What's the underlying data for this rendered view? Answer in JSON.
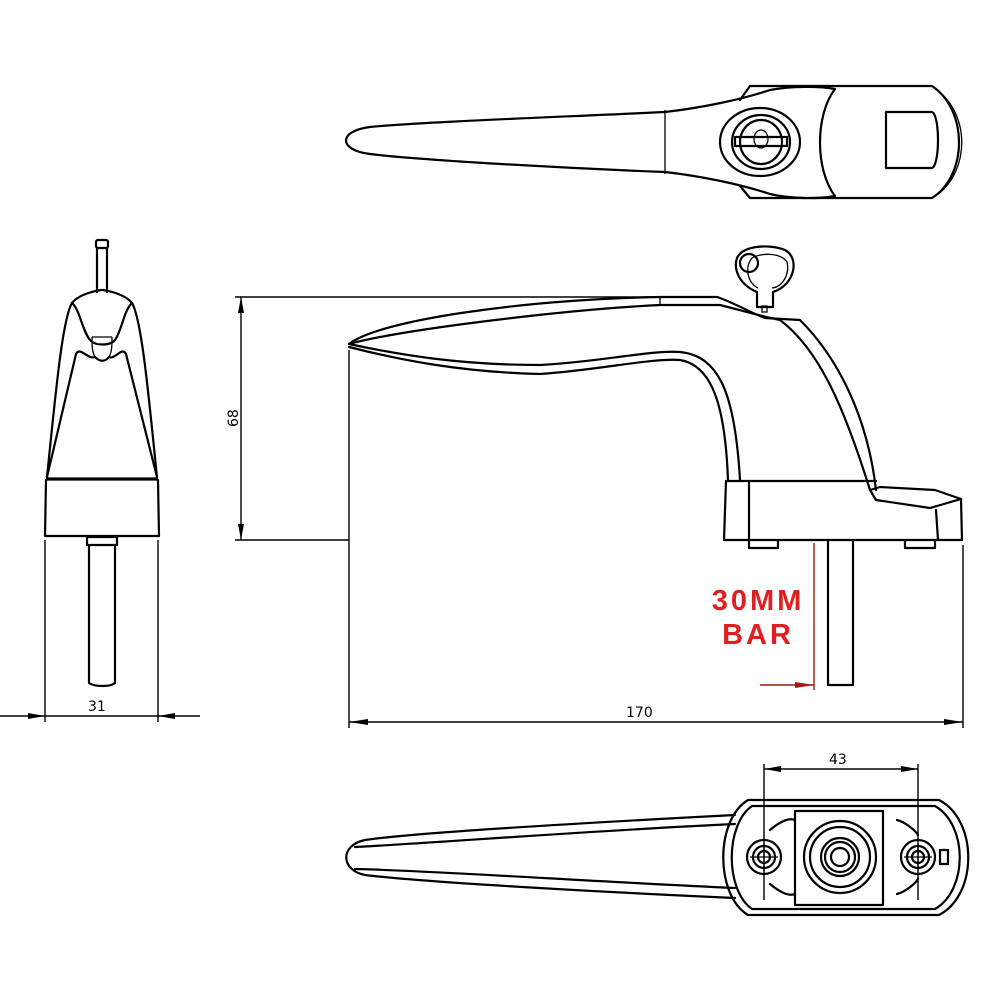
{
  "drawing": {
    "subject": "Window handle with key lock",
    "views": [
      "top-view",
      "side-elevation",
      "end-view",
      "bottom-view"
    ],
    "colors": {
      "line": "#000000",
      "note": "#e02020",
      "note_leader": "#a01a10",
      "background": "#ffffff"
    }
  },
  "dimensions": {
    "height": "68",
    "end_width": "31",
    "overall_length": "170",
    "fixing_centres": "43"
  },
  "note": {
    "line1": "30MM",
    "line2": "BAR"
  }
}
